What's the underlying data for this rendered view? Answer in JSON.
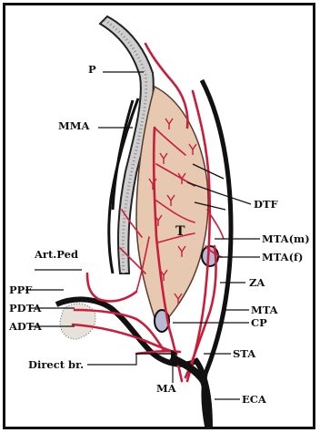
{
  "diagram": {
    "labels": {
      "p": "P",
      "mma": "MMA",
      "dtf": "DTF",
      "t": "T",
      "mta_m": "MTA(m)",
      "mta_f": "MTA(f)",
      "art_ped": "Art.Ped",
      "ppf": "PPF",
      "pdta": "PDTA",
      "adta": "ADTA",
      "za": "ZA",
      "mta": "MTA",
      "cp": "CP",
      "direct_br": "Direct br.",
      "sta": "STA",
      "ma": "MA",
      "eca": "ECA"
    },
    "colors": {
      "artery": "#c81e3c",
      "muscle": "#e7c9b2",
      "bone": "#c9c9c9",
      "outline": "#111111"
    }
  }
}
